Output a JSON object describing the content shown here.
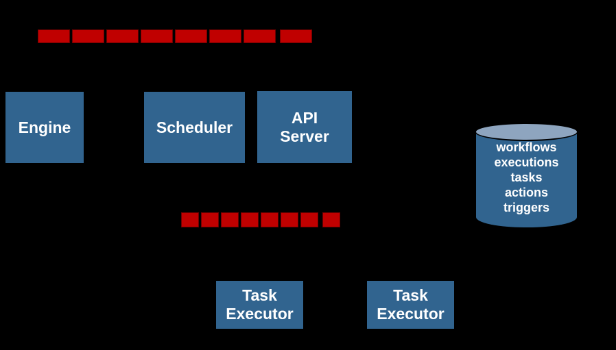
{
  "diagram": {
    "background": "#000000",
    "colors": {
      "node_fill": "#31648F",
      "node_text": "#FFFFFF",
      "queue_fill": "#C00000",
      "queue_border": "#6D0000",
      "datastore_body_fill": "#31648F",
      "datastore_top_fill": "#8EA5BF",
      "datastore_text": "#FFFFFF"
    },
    "queues": {
      "top": {
        "segment_count": 8
      },
      "middle": {
        "segment_count": 8
      }
    },
    "nodes": {
      "engine": {
        "label": "Engine"
      },
      "scheduler": {
        "label": "Scheduler"
      },
      "api_server": {
        "label": "API\nServer"
      },
      "task_executor_1": {
        "label": "Task\nExecutor"
      },
      "task_executor_2": {
        "label": "Task\nExecutor"
      }
    },
    "datastore": {
      "items": [
        "workflows",
        "executions",
        "tasks",
        "actions",
        "triggers"
      ]
    }
  }
}
